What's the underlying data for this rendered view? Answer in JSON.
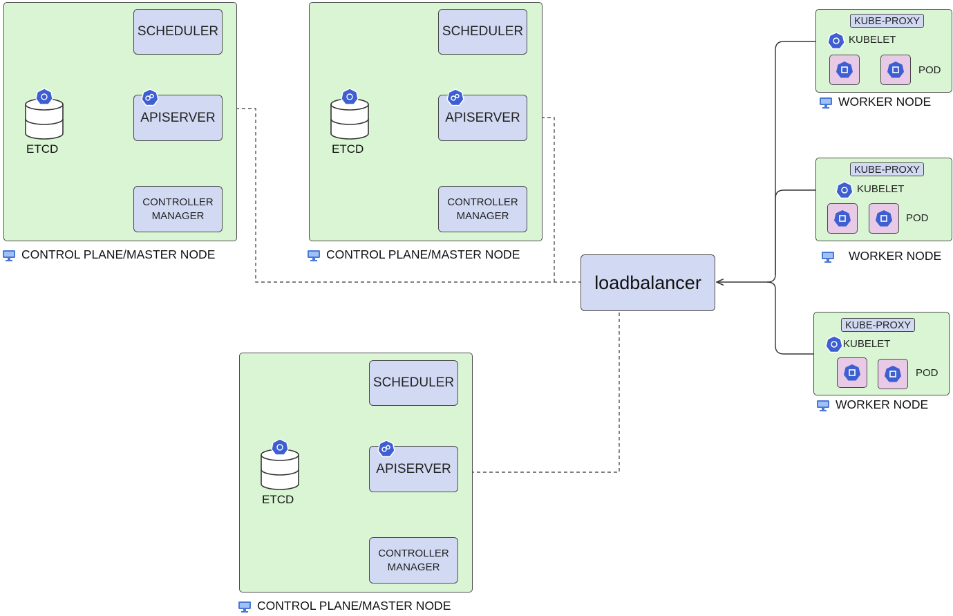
{
  "control_plane_nodes": [
    {
      "caption": "CONTROL PLANE/MASTER NODE",
      "scheduler": "SCHEDULER",
      "apiserver": "APISERVER",
      "controller_manager": "CONTROLLER\nMANAGER",
      "etcd": "ETCD"
    },
    {
      "caption": "CONTROL PLANE/MASTER NODE",
      "scheduler": "SCHEDULER",
      "apiserver": "APISERVER",
      "controller_manager": "CONTROLLER\nMANAGER",
      "etcd": "ETCD"
    },
    {
      "caption": "CONTROL PLANE/MASTER NODE",
      "scheduler": "SCHEDULER",
      "apiserver": "APISERVER",
      "controller_manager": "CONTROLLER\nMANAGER",
      "etcd": "ETCD"
    }
  ],
  "loadbalancer": "loadbalancer",
  "worker_nodes": [
    {
      "caption": "WORKER NODE",
      "kube_proxy": "KUBE-PROXY",
      "kubelet": "KUBELET",
      "pod": "POD"
    },
    {
      "caption": "WORKER NODE",
      "kube_proxy": "KUBE-PROXY",
      "kubelet": "KUBELET",
      "pod": "POD"
    },
    {
      "caption": "WORKER NODE",
      "kube_proxy": "KUBE-PROXY",
      "kubelet": "KUBELET",
      "pod": "POD"
    }
  ],
  "colors": {
    "node_fill": "#d9f5d3",
    "component_fill": "#d2d9f3",
    "pod_fill": "#e8c9e6",
    "k8s_blue": "#3d5fd1",
    "outline": "#4a4a4a"
  },
  "icons": {
    "node": "monitor-icon",
    "component": "kubernetes-icon",
    "etcd": "database-icon",
    "pod": "pod-cube-icon"
  }
}
